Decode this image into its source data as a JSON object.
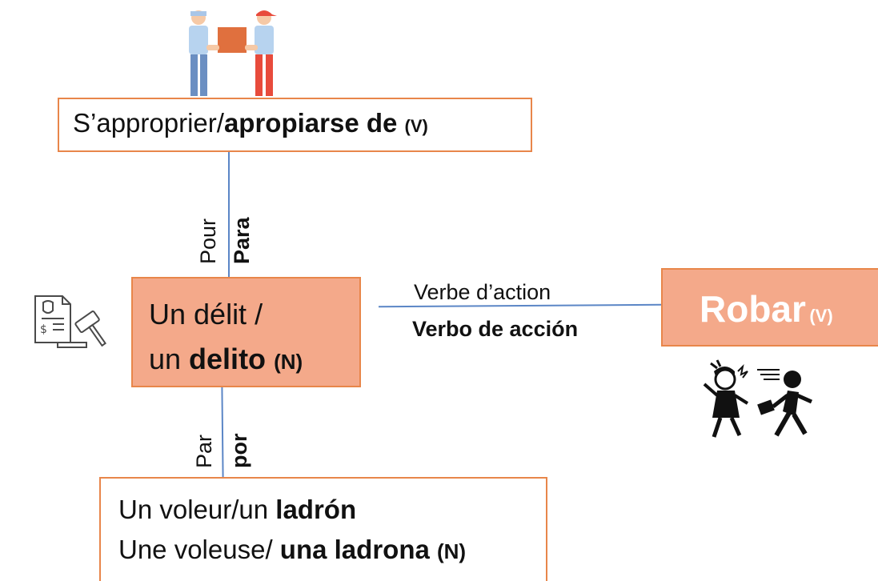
{
  "top_box": {
    "prefix": "S’approprier/",
    "bold": "apropiarse de",
    "tag": "(V)"
  },
  "upper_connector": {
    "fr": "Pour",
    "es": "Para"
  },
  "center_box": {
    "line1": "Un délit /",
    "line2_prefix": "un ",
    "line2_bold": "delito",
    "tag": "(N)"
  },
  "right_connector": {
    "fr": "Verbe d’action",
    "es": "Verbo de acción"
  },
  "right_box": {
    "word": "Robar",
    "tag": "(V)"
  },
  "lower_connector": {
    "fr": "Par",
    "es": "por"
  },
  "bottom_box": {
    "line1_prefix": "Un voleur/un ",
    "line1_bold": "ladrón",
    "line2_prefix": "Une voleuse/ ",
    "line2_bold": "una ladrona",
    "tag": "(N)"
  },
  "icons": [
    "handover-people-icon",
    "legal-document-gavel-icon",
    "thief-running-icon"
  ],
  "colors": {
    "box_border": "#e8864a",
    "box_fill": "#f4a98a",
    "connector": "#5b86c6"
  }
}
